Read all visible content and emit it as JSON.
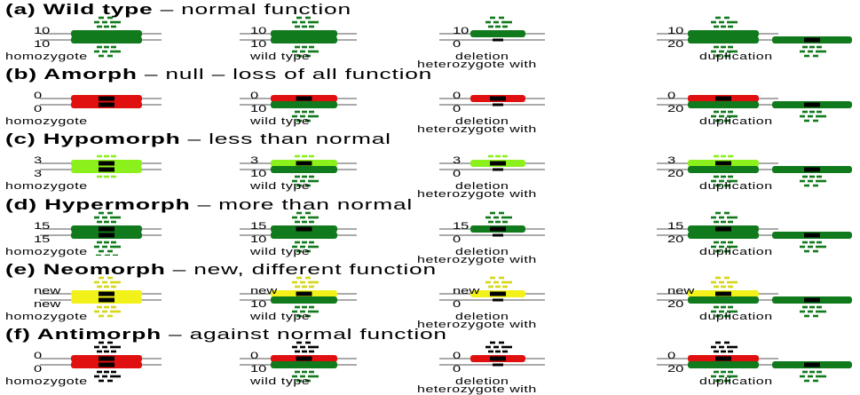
{
  "colors": {
    "wild": "#117a1c",
    "null": "#e01010",
    "hypo": "#8cf01c",
    "hyper": "#117a1c",
    "neo": "#f2f21a",
    "anti": "#e01010",
    "black": "#000000"
  },
  "column_labels": [
    "homozygote",
    "wild type",
    "deletion",
    "duplication"
  ],
  "het_label": "heterozygote with",
  "rows": [
    {
      "letter": "(a)",
      "name": "Wild type",
      "desc": " – normal function",
      "kind": "wild",
      "values": {
        "homo_top": "10",
        "homo_bot": "10",
        "wt_top": "10",
        "wt_bot": "10",
        "del_top": "10",
        "del_bot": "0",
        "dup_top": "10",
        "dup_bot": "20"
      }
    },
    {
      "letter": "(b)",
      "name": "Amorph",
      "desc": " – null – loss of all function",
      "kind": "null",
      "values": {
        "homo_top": "0",
        "homo_bot": "0",
        "wt_top": "0",
        "wt_bot": "10",
        "del_top": "0",
        "del_bot": "0",
        "dup_top": "0",
        "dup_bot": "20"
      }
    },
    {
      "letter": "(c)",
      "name": "Hypomorph",
      "desc": " – less than normal",
      "kind": "hypo",
      "values": {
        "homo_top": "3",
        "homo_bot": "3",
        "wt_top": "3",
        "wt_bot": "10",
        "del_top": "3",
        "del_bot": "0",
        "dup_top": "3",
        "dup_bot": "20"
      }
    },
    {
      "letter": "(d)",
      "name": "Hypermorph",
      "desc": " – more than normal",
      "kind": "hyper",
      "values": {
        "homo_top": "15",
        "homo_bot": "15",
        "wt_top": "15",
        "wt_bot": "10",
        "del_top": "15",
        "del_bot": "0",
        "dup_top": "15",
        "dup_bot": "20"
      }
    },
    {
      "letter": "(e)",
      "name": "Neomorph",
      "desc": " – new, different function",
      "kind": "neo",
      "values": {
        "homo_top": "new",
        "homo_bot": "new",
        "wt_top": "new",
        "wt_bot": "10",
        "del_top": "new",
        "del_bot": "0",
        "dup_top": "new",
        "dup_bot": "20"
      }
    },
    {
      "letter": "(f)",
      "name": "Antimorph",
      "desc": " – against normal function",
      "kind": "anti",
      "values": {
        "homo_top": "0",
        "homo_bot": "0",
        "wt_top": "0",
        "wt_bot": "10",
        "del_top": "0",
        "del_bot": "0",
        "dup_top": "0",
        "dup_bot": "20"
      }
    }
  ]
}
